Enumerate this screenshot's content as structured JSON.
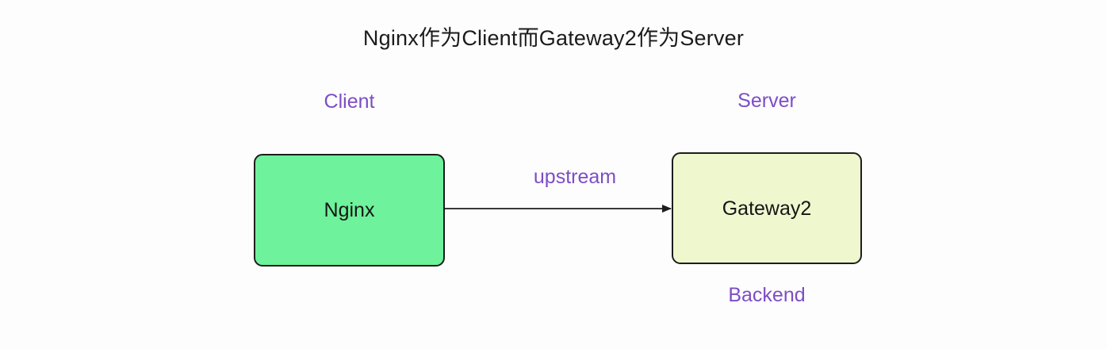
{
  "diagram": {
    "title": "Nginx作为Client而Gateway2作为Server",
    "background_color": "#fdfdfd",
    "accent_color": "#7d4dc6",
    "stroke_color": "#1d1d1d",
    "nodes": [
      {
        "id": "nginx",
        "label": "Nginx",
        "fill": "#6ef29b",
        "role_above": "Client",
        "role_below": ""
      },
      {
        "id": "gateway2",
        "label": "Gateway2",
        "fill": "#eff7cf",
        "role_above": "Server",
        "role_below": "Backend"
      }
    ],
    "edges": [
      {
        "id": "nginx-to-gateway2",
        "from": "nginx",
        "to": "gateway2",
        "label": "upstream",
        "arrow": "single-ended",
        "style": "solid"
      }
    ]
  }
}
